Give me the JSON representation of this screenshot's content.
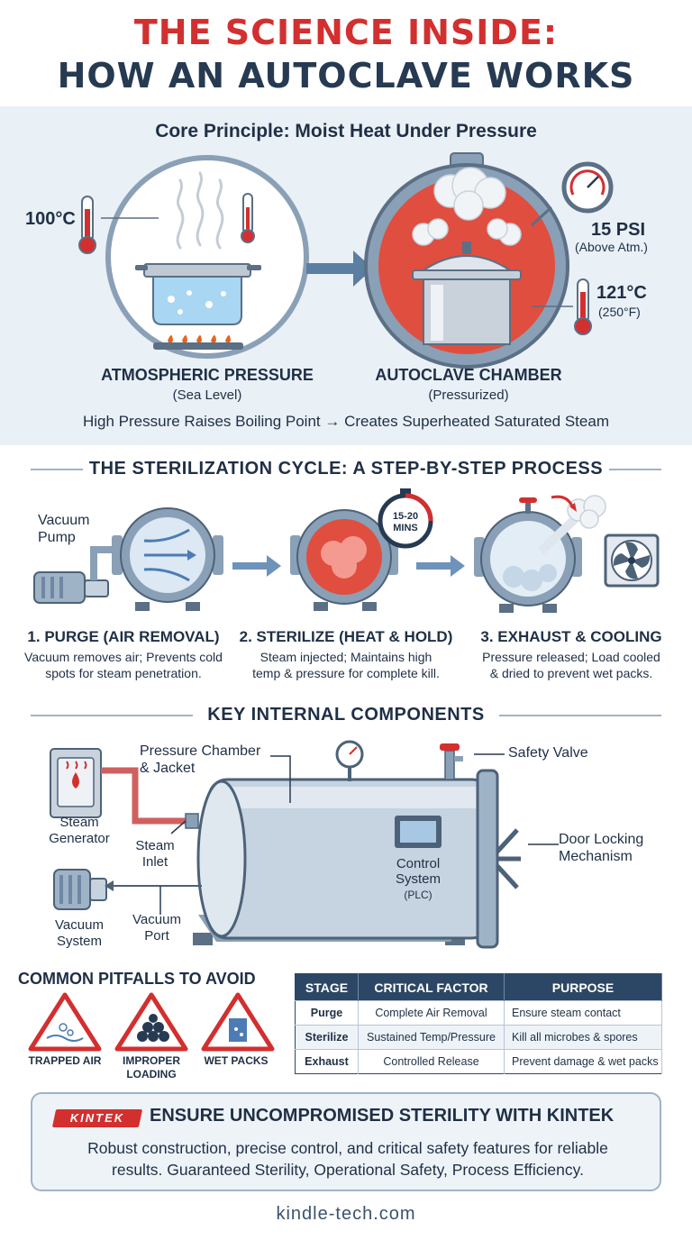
{
  "header": {
    "title_line1": "THE SCIENCE INSIDE:",
    "title_line2": "HOW AN AUTOCLAVE WORKS"
  },
  "core": {
    "heading": "Core Principle: Moist Heat Under Pressure",
    "left_temp": "100°C",
    "left_label": "ATMOSPHERIC PRESSURE",
    "left_sub": "(Sea Level)",
    "right_pressure": "15 PSI",
    "right_pressure_sub": "(Above Atm.)",
    "right_temp": "121°C",
    "right_temp_sub": "(250°F)",
    "right_label": "AUTOCLAVE CHAMBER",
    "right_sub": "(Pressurized)",
    "caption": "High Pressure Raises Boiling Point → Creates Superheated Saturated Steam"
  },
  "cycle": {
    "heading": "THE STERILIZATION CYCLE: A STEP-BY-STEP PROCESS",
    "vacuum_pump_label": "Vacuum Pump",
    "timer_label_line1": "15-20",
    "timer_label_line2": "MINS",
    "steps": [
      {
        "title": "1. PURGE (AIR REMOVAL)",
        "desc_line1": "Vacuum removes air; Prevents cold",
        "desc_line2": "spots for steam penetration."
      },
      {
        "title": "2. STERILIZE (HEAT & HOLD)",
        "desc_line1": "Steam injected; Maintains high",
        "desc_line2": "temp & pressure for complete kill."
      },
      {
        "title": "3. EXHAUST & COOLING",
        "desc_line1": "Pressure released; Load cooled",
        "desc_line2": "& dried to prevent wet packs."
      }
    ]
  },
  "components": {
    "heading": "KEY INTERNAL COMPONENTS",
    "pressure_chamber_line1": "Pressure Chamber",
    "pressure_chamber_line2": "& Jacket",
    "safety_valve": "Safety Valve",
    "steam_generator_line1": "Steam",
    "steam_generator_line2": "Generator",
    "steam_inlet_line1": "Steam",
    "steam_inlet_line2": "Inlet",
    "control_line1": "Control",
    "control_line2": "System",
    "control_line3": "(PLC)",
    "door_line1": "Door Locking",
    "door_line2": "Mechanism",
    "vacuum_system_line1": "Vacuum",
    "vacuum_system_line2": "System",
    "vacuum_port_line1": "Vacuum",
    "vacuum_port_line2": "Port"
  },
  "pitfalls": {
    "heading": "COMMON PITFALLS TO AVOID",
    "items": [
      {
        "line1": "TRAPPED AIR",
        "line2": ""
      },
      {
        "line1": "IMPROPER",
        "line2": "LOADING"
      },
      {
        "line1": "WET PACKS",
        "line2": ""
      }
    ]
  },
  "stage_table": {
    "headers": [
      "STAGE",
      "CRITICAL FACTOR",
      "PURPOSE"
    ],
    "rows": [
      [
        "Purge",
        "Complete Air Removal",
        "Ensure steam contact"
      ],
      [
        "Sterilize",
        "Sustained Temp/Pressure",
        "Kill all microbes & spores"
      ],
      [
        "Exhaust",
        "Controlled Release",
        "Prevent damage & wet packs"
      ]
    ]
  },
  "cta": {
    "logo": "KINTEK",
    "title": "ENSURE UNCOMPROMISED STERILITY WITH KINTEK",
    "body_line1": "Robust construction, precise control, and critical safety features for reliable",
    "body_line2": "results. Guaranteed Sterility, Operational Safety, Process Efficiency."
  },
  "footer": {
    "site": "kindle-tech.com"
  },
  "colors": {
    "accent_red": "#d32f2f",
    "navy": "#263a52",
    "panel_bg": "#e9f0f6",
    "steel": "#9fb3c6"
  }
}
